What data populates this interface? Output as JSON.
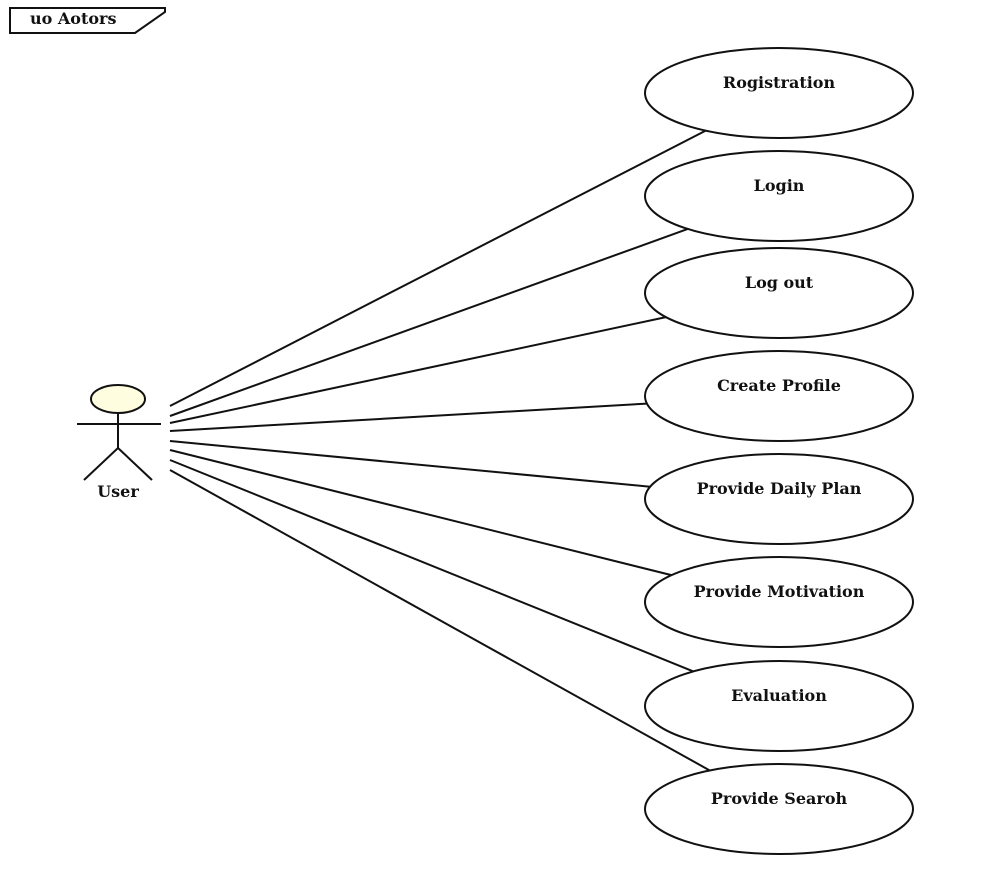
{
  "frame": {
    "label": "uo Aotors"
  },
  "actor": {
    "name": "User",
    "head_fill": "#fffde0"
  },
  "use_cases": [
    {
      "label": "Rogistration"
    },
    {
      "label": "Login"
    },
    {
      "label": "Log out"
    },
    {
      "label": "Create Profile"
    },
    {
      "label": "Provide Daily Plan"
    },
    {
      "label": "Provide Motivation"
    },
    {
      "label": "Evaluation"
    },
    {
      "label": "Provide Searoh"
    }
  ]
}
